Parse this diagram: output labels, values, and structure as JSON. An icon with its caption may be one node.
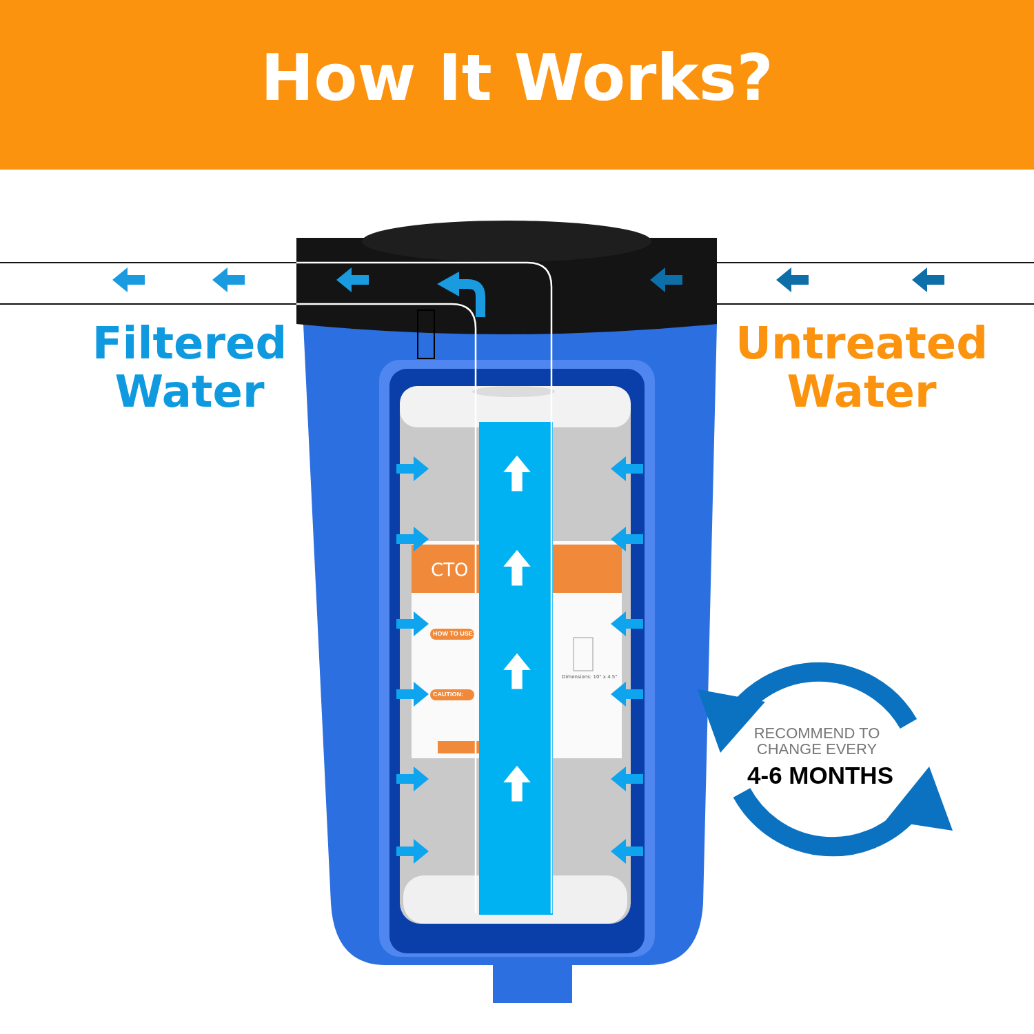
{
  "diagram": {
    "title": "How It Works?",
    "labels": [
      "Filtered Water",
      "Untreated Water",
      "CTO",
      "HOW TO USE:",
      "CAUTION:",
      "Dimensions: 10\" x 4.5\"",
      "RECOMMEND TO CHANGE EVERY",
      "4-6 MONTHS"
    ]
  }
}
